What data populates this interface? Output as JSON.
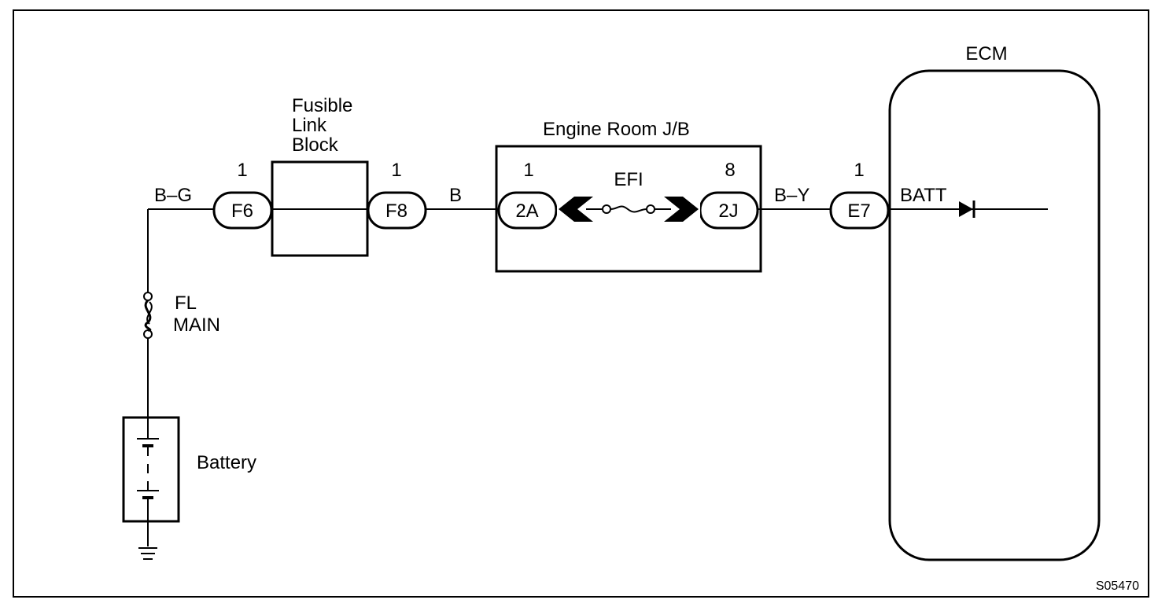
{
  "diagram_id": "S05470",
  "battery": {
    "label": "Battery"
  },
  "fl_main": {
    "line1": "FL",
    "line2": "MAIN"
  },
  "fusible_link_block": {
    "line1": "Fusible",
    "line2": "Link",
    "line3": "Block"
  },
  "engine_room_jb": {
    "label": "Engine Room J/B"
  },
  "efi_fuse": {
    "label": "EFI"
  },
  "ecm": {
    "label": "ECM",
    "terminal": "BATT"
  },
  "wires": {
    "bg": "B–G",
    "b": "B",
    "by": "B–Y"
  },
  "connectors": {
    "f6": {
      "name": "F6",
      "pin": "1"
    },
    "f8": {
      "name": "F8",
      "pin": "1"
    },
    "c2a": {
      "name": "2A",
      "pin": "1"
    },
    "c2j": {
      "name": "2J",
      "pin": "8"
    },
    "e7": {
      "name": "E7",
      "pin": "1"
    }
  }
}
